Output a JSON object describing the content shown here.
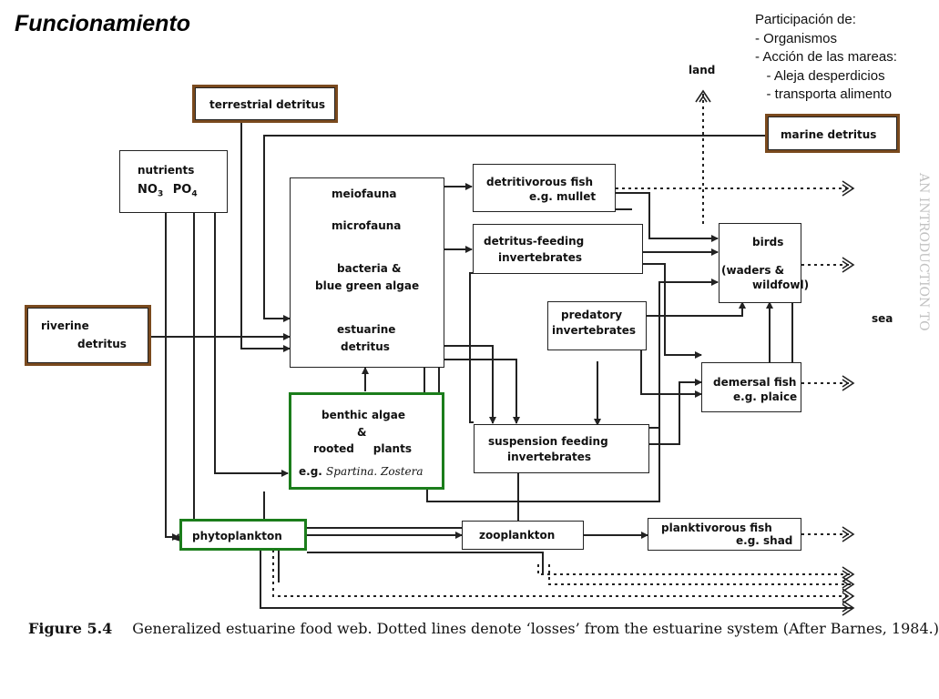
{
  "title": "Funcionamiento",
  "notes": [
    "Participación de:",
    "- Organismos",
    "- Acción de las mareas:",
    "   - Aleja desperdicios",
    "   - transporta alimento"
  ],
  "labels": {
    "land": "land",
    "sea": "sea"
  },
  "nodes": {
    "terrestrial_detritus": "terrestrial detritus",
    "marine_detritus": "marine detritus",
    "nutrients_line1": "nutrients",
    "nutrients_no3": "NO",
    "nutrients_no3_sub": "3",
    "nutrients_po4": "PO",
    "nutrients_po4_sub": "4",
    "meiofauna": "meiofauna",
    "microfauna": "microfauna",
    "bacteria_line1": "bacteria &",
    "bacteria_line2": "blue green algae",
    "estuarine_line1": "estuarine",
    "estuarine_line2": "detritus",
    "riverine_line1": "riverine",
    "riverine_line2": "detritus",
    "detritivorous_line1": "detritivorous fish",
    "detritivorous_line2": "e.g. mullet",
    "detritus_feeding_line1": "detritus-feeding",
    "detritus_feeding_line2": "invertebrates",
    "birds_line1": "birds",
    "birds_line2": "(waders &",
    "birds_line3": "wildfowl)",
    "predatory_line1": "predatory",
    "predatory_line2": "invertebrates",
    "demersal_line1": "demersal fish",
    "demersal_line2": "e.g. plaice",
    "benthic_line1": "benthic algae",
    "benthic_line2": "&",
    "benthic_line3": "rooted     plants",
    "benthic_eg": "e.g.",
    "benthic_species": "Spartina. Zostera",
    "suspension_line1": "suspension feeding",
    "suspension_line2": "invertebrates",
    "phytoplankton": "phytoplankton",
    "zooplankton": "zooplankton",
    "planktivorous_line1": "planktivorous fish",
    "planktivorous_line2": "e.g. shad"
  },
  "caption": {
    "label": "Figure 5.4",
    "text": "Generalized estuarine food web. Dotted lines denote ‘losses’ from the estuarine system (After Barnes, 1984.)"
  },
  "colors": {
    "brown_border": "#7a4a1e",
    "green_border": "#1b7d1b",
    "line": "#222222"
  }
}
